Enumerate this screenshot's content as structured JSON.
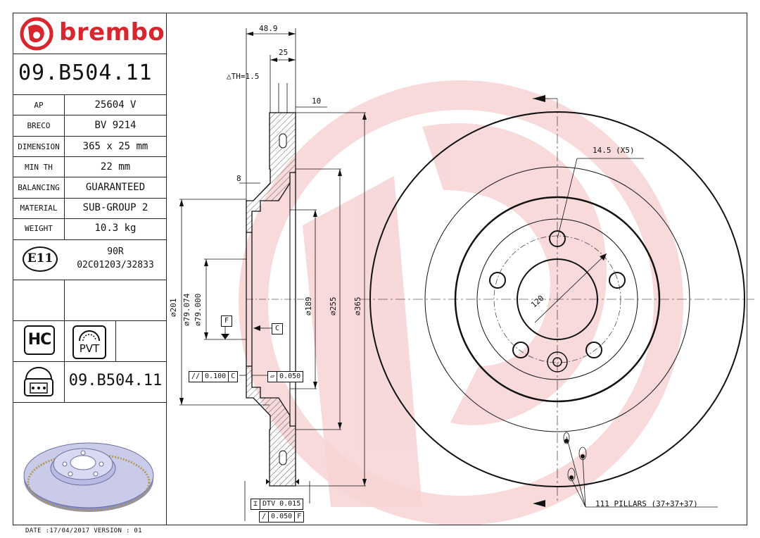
{
  "brand": {
    "name": "brembo",
    "color": "#d8262e"
  },
  "part_number": "09.B504.11",
  "specs": [
    {
      "label": "AP",
      "value": "25604 V"
    },
    {
      "label": "BRECO",
      "value": "BV 9214"
    },
    {
      "label": "DIMENSION",
      "value": "365 x 25 mm"
    },
    {
      "label": "MIN TH",
      "value": "22 mm"
    },
    {
      "label": "BALANCING",
      "value": "GUARANTEED"
    },
    {
      "label": "MATERIAL",
      "value": "SUB-GROUP 2"
    },
    {
      "label": "WEIGHT",
      "value": "10.3 kg"
    }
  ],
  "certification": {
    "mark": "E11",
    "regulation": "90R",
    "approval": "02C01203/32833"
  },
  "badges": {
    "hc": "HC",
    "pvt": "PVT"
  },
  "footer": "DATE :17/04/2017 VERSION : 01",
  "section_dims": {
    "overall_width": "48.9",
    "thickness": "25",
    "th_note": "△TH=1.5",
    "vane": "10",
    "hat_wall": "8",
    "d201": "⌀201",
    "d79": "⌀79.074",
    "d79b": "⌀79.000",
    "d189": "⌀189",
    "d255": "⌀255",
    "d365": "⌀365",
    "datum_f": "F",
    "datum_c": "C",
    "runout": {
      "sym": "//",
      "value": "0.100",
      "ref": "C"
    },
    "flatness": {
      "sym": "▱",
      "value": "0.050"
    },
    "dtv": {
      "sym": "⌶",
      "label": "DTV 0.015"
    },
    "axial": {
      "sym": "/",
      "value": "0.050",
      "ref": "F"
    }
  },
  "front_dims": {
    "holes": "14.5 (X5)",
    "pcd": "120",
    "pillars": "111 PILLARS (37+37+37)"
  }
}
